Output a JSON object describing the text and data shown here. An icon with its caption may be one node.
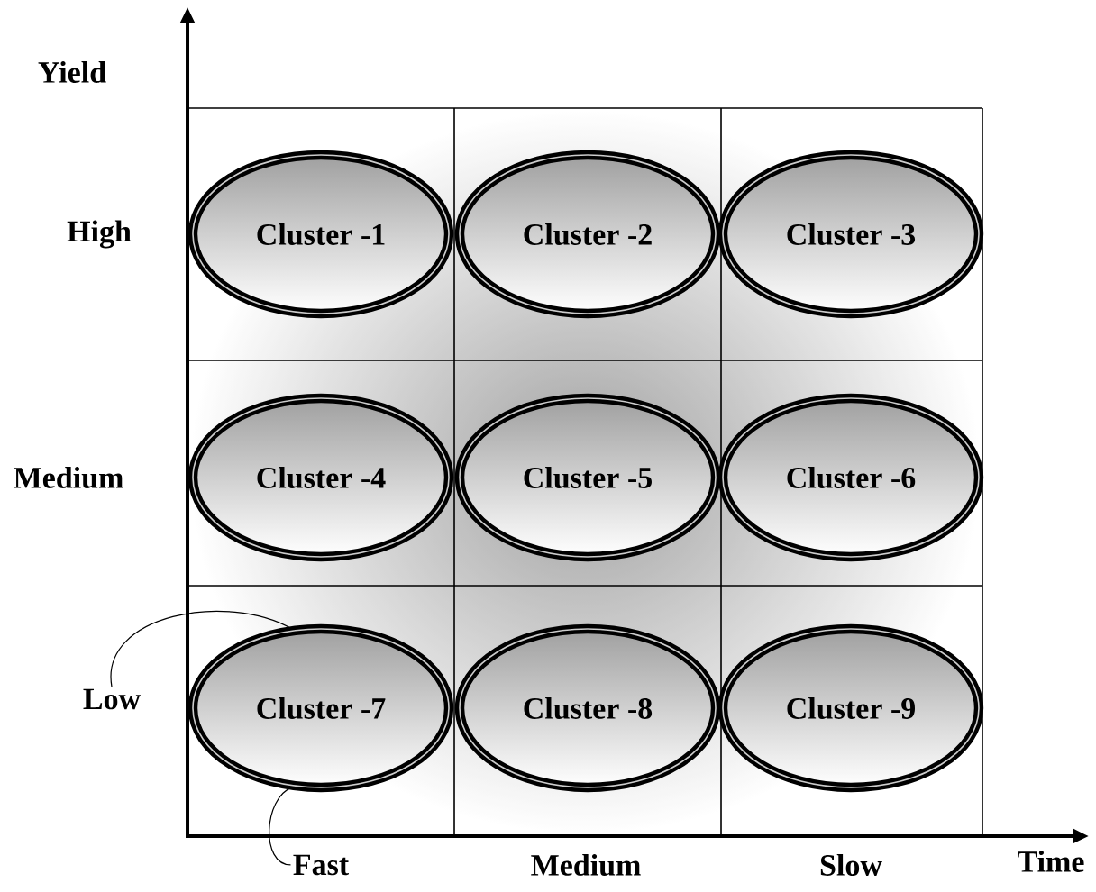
{
  "diagram": {
    "nodes": [
      {
        "text": [
          "Cluster -1"
        ]
      },
      {
        "text": [
          "Cluster -2"
        ]
      },
      {
        "text": [
          "Cluster -3"
        ]
      },
      {
        "text": [
          "Cluster -4"
        ]
      },
      {
        "text": [
          "Cluster -5"
        ]
      },
      {
        "text": [
          "Cluster -6"
        ]
      },
      {
        "text": [
          "Cluster -7"
        ]
      },
      {
        "text": [
          "Cluster -8"
        ]
      },
      {
        "text": [
          "Cluster -9"
        ]
      },
      {
        "text": [
          "Low"
        ]
      },
      {
        "text": [
          "Fast"
        ]
      }
    ],
    "edges": [
      {
        "from": 9,
        "to": 6,
        "arrow": "none"
      },
      {
        "from": 6,
        "to": 10,
        "arrow": "none"
      }
    ],
    "labels": [
      "Yield",
      "High",
      "Medium",
      "Medium",
      "Slow",
      "Time"
    ]
  }
}
